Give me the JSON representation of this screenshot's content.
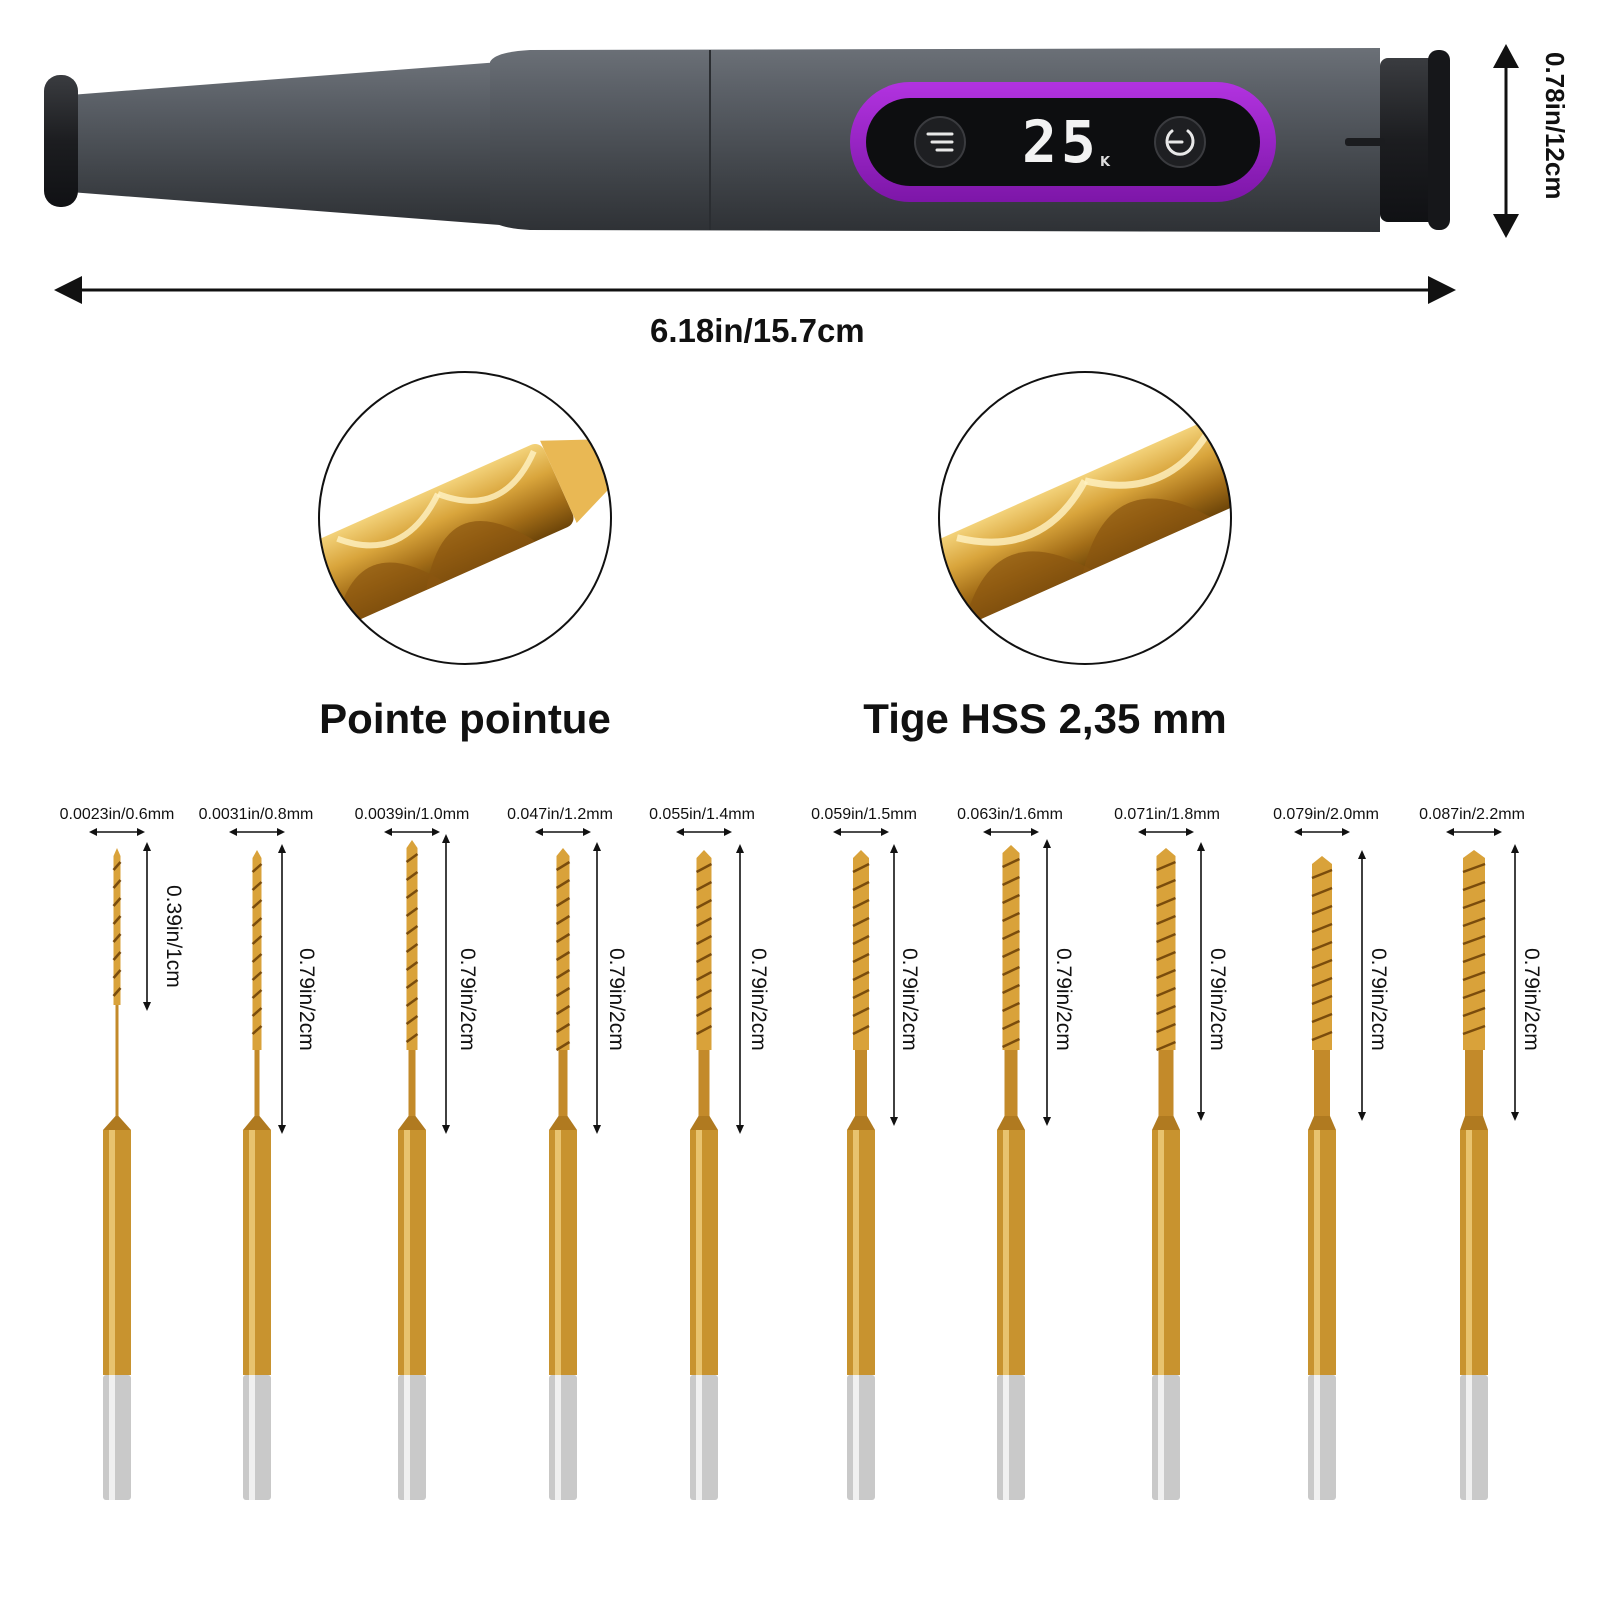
{
  "product": {
    "display_value": "25",
    "display_unit": "K",
    "ring_color": "#9b1fc9",
    "body_color": "#555a60",
    "icons": [
      "menu-icon",
      "power-icon"
    ]
  },
  "dimensions": {
    "length": "6.18in/15.7cm",
    "diameter": "0.78in/12cm"
  },
  "features": [
    {
      "title": "Pointe pointue"
    },
    {
      "title": "Tige HSS 2,35 mm"
    }
  ],
  "bits": [
    {
      "size": "0.0023in/0.6mm",
      "length": "0.39in/1cm"
    },
    {
      "size": "0.0031in/0.8mm",
      "length": "0.79in/2cm"
    },
    {
      "size": "0.0039in/1.0mm",
      "length": "0.79in/2cm"
    },
    {
      "size": "0.047in/1.2mm",
      "length": "0.79in/2cm"
    },
    {
      "size": "0.055in/1.4mm",
      "length": "0.79in/2cm"
    },
    {
      "size": "0.059in/1.5mm",
      "length": "0.79in/2cm"
    },
    {
      "size": "0.063in/1.6mm",
      "length": "0.79in/2cm"
    },
    {
      "size": "0.071in/1.8mm",
      "length": "0.79in/2cm"
    },
    {
      "size": "0.079in/2.0mm",
      "length": "0.79in/2cm"
    },
    {
      "size": "0.087in/2.2mm",
      "length": "0.79in/2cm"
    }
  ],
  "colors": {
    "gold": "#c8932f",
    "silver": "#c9c9c9"
  }
}
